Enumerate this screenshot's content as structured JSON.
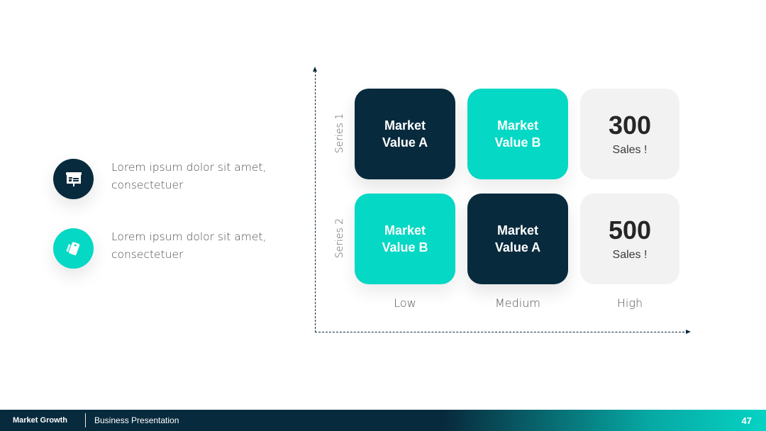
{
  "bullets": [
    {
      "icon": "presentation-board-icon",
      "color": "#082a3d",
      "text": "Lorem ipsum dolor sit amet,\nconsectetuer"
    },
    {
      "icon": "tags-icon",
      "color": "#05d8c4",
      "text": "Lorem ipsum dolor sit amet,\nconsectetuer"
    }
  ],
  "matrix": {
    "rows": [
      "Series 1",
      "Series 2"
    ],
    "columns": [
      "Low",
      "Medium",
      "High"
    ],
    "cells": [
      [
        "Market\nValue A",
        "Market\nValue B"
      ],
      [
        "Market\nValue B",
        "Market\nValue A"
      ]
    ],
    "high": [
      {
        "value": "300",
        "label": "Sales !"
      },
      {
        "value": "500",
        "label": "Sales !"
      }
    ]
  },
  "colors": {
    "dark": "#082a3d",
    "teal": "#05d8c4",
    "light": "#f2f2f2"
  },
  "footer": {
    "title": "Market Growth",
    "subtitle": "Business Presentation",
    "page": "47"
  }
}
